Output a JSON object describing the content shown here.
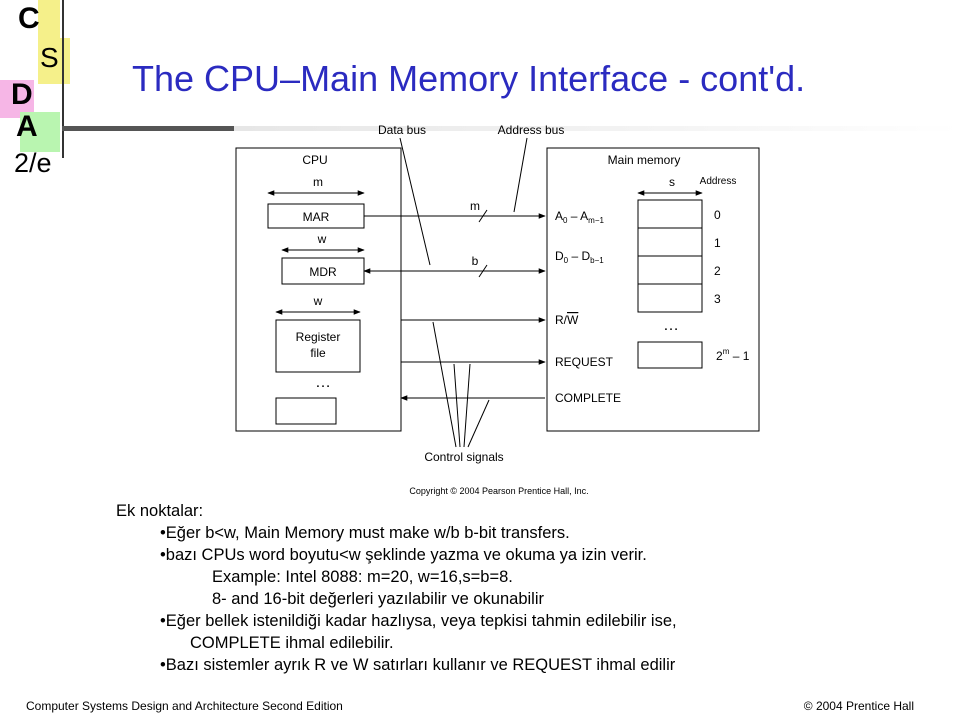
{
  "logo": {
    "letters": [
      "C",
      "S",
      "D",
      "A",
      "2/e"
    ]
  },
  "title": "The CPU–Main Memory Interface - cont'd.",
  "diagram": {
    "data_bus_label": "Data bus",
    "address_bus_label": "Address bus",
    "cpu_label": "CPU",
    "m_label": "m",
    "w_label_1": "w",
    "w_label_2": "w",
    "mar_label": "MAR",
    "mdr_label": "MDR",
    "register_file_label_1": "Register",
    "register_file_label_2": "file",
    "cpu_ellipsis": "…",
    "main_memory_label": "Main memory",
    "s_label": "s",
    "address_label": "Address",
    "bus_m": "m",
    "bus_b": "b",
    "addr_lines": "A0 – Am−1",
    "data_lines": "D0 – Db−1",
    "rw_label": "R/W",
    "request_label": "REQUEST",
    "complete_label": "COMPLETE",
    "addresses": [
      "0",
      "1",
      "2",
      "3"
    ],
    "mem_ellipsis": "…",
    "last_address": "2m – 1",
    "control_signals_label": "Control signals",
    "copyright": "Copyright © 2004 Pearson Prentice Hall, Inc."
  },
  "notes": {
    "heading": "Ek noktalar:",
    "items": [
      "•Eğer b<w, Main Memory must make w/b b-bit transfers.",
      "•bazı CPUs word boyutu<w şeklinde yazma ve okuma ya izin verir.",
      "Example: Intel 8088: m=20, w=16,s=b=8.",
      "8- and 16-bit değerleri yazılabilir ve okunabilir",
      "•Eğer bellek istenildiği kadar hazlıysa, veya tepkisi tahmin edilebilir ise,",
      "COMPLETE ihmal edilebilir.",
      "•Bazı sistemler ayrık R ve W satırları kullanır ve REQUEST ihmal edilir"
    ]
  },
  "footer": {
    "left": "Computer Systems Design and Architecture Second Edition",
    "right": "© 2004 Prentice Hall"
  },
  "colors": {
    "title": "#2b2bc0",
    "logo_yellow": "#f5f08a",
    "logo_pink": "#f6b6e6",
    "logo_green": "#b9f5b0"
  }
}
